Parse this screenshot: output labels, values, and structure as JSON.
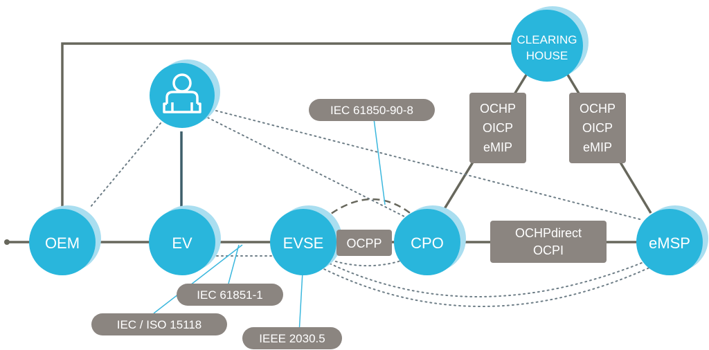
{
  "nodes": {
    "oem": "OEM",
    "ev": "EV",
    "evse": "EVSE",
    "cpo": "CPO",
    "emsp": "eMSP",
    "clearing_house": [
      "CLEARING",
      "HOUSE"
    ]
  },
  "protocols": {
    "evse_cpo": "OCPP",
    "cpo_emsp": [
      "OCHPdirect",
      "OCPI"
    ],
    "ch_cpo": [
      "OCHP",
      "OICP",
      "eMIP"
    ],
    "ch_emsp": [
      "OCHP",
      "OICP",
      "eMIP"
    ],
    "iec_61850": "IEC 61850-90-8",
    "iec_61851": "IEC 61851-1",
    "iso_15118": "IEC / ISO 15118",
    "ieee_2030": "IEEE 2030.5"
  },
  "icons": {
    "user": "person-icon"
  },
  "colors": {
    "node": "#29b6dc",
    "node_shadow": "#a9def0",
    "box": "#8b8580",
    "line": "#67675c",
    "leader": "#3ab7dd",
    "dotted": "#6d7d86"
  }
}
